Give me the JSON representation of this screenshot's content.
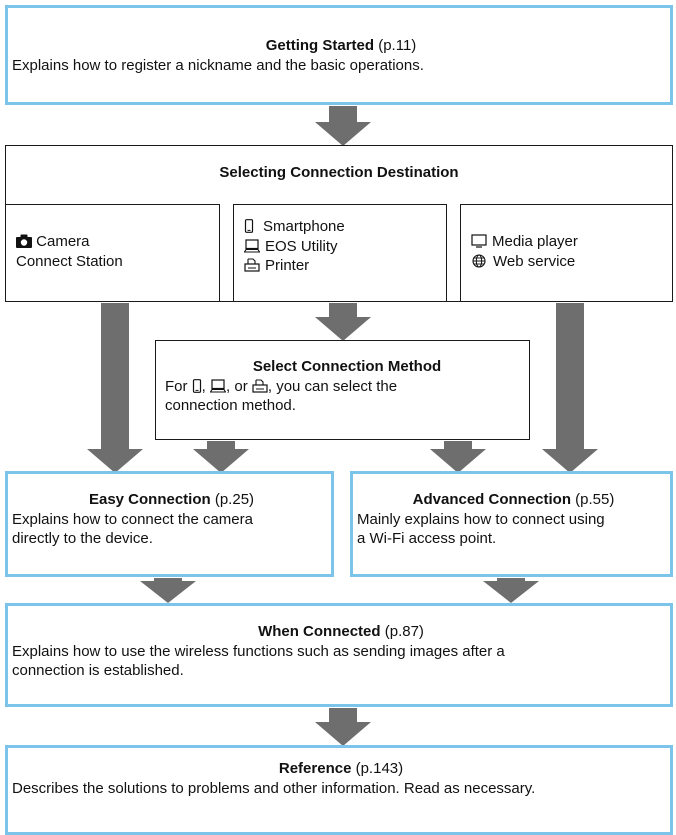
{
  "colors": {
    "accent_border": "#7dc4ea",
    "arrow": "#6e6e6e",
    "border": "#1a1a1a"
  },
  "getting_started": {
    "title": "Getting Started",
    "ref": "(p.11)",
    "desc": "Explains how to register a nickname and the basic operations."
  },
  "selecting": {
    "title": "Selecting Connection Destination",
    "camera_station": {
      "icon": "camera-icon",
      "line1": "Camera",
      "line2": "Connect Station"
    },
    "devices": [
      {
        "icon": "smartphone-icon",
        "label": "Smartphone"
      },
      {
        "icon": "computer-icon",
        "label": "EOS Utility"
      },
      {
        "icon": "printer-icon",
        "label": "Printer"
      }
    ],
    "media": [
      {
        "icon": "tv-icon",
        "label": "Media player"
      },
      {
        "icon": "globe-icon",
        "label": "Web service"
      }
    ]
  },
  "method": {
    "title": "Select Connection Method",
    "desc_prefix": "For",
    "sep1": ",",
    "sep2": ", or",
    "desc_suffix": ", you can select the",
    "desc_line2": "connection method."
  },
  "easy": {
    "title": "Easy Connection",
    "ref": "(p.25)",
    "desc_line1": "Explains how to connect the camera",
    "desc_line2": "directly to the device."
  },
  "advanced": {
    "title": "Advanced Connection",
    "ref": "(p.55)",
    "desc_line1": "Mainly explains how to connect using",
    "desc_line2": "a Wi-Fi access point."
  },
  "when_connected": {
    "title": "When Connected",
    "ref": "(p.87)",
    "desc_line1": "Explains how to use the wireless functions such as sending images after a",
    "desc_line2": "connection is established."
  },
  "reference": {
    "title": "Reference",
    "ref": "(p.143)",
    "desc": "Describes the solutions to problems and other information. Read as necessary."
  }
}
